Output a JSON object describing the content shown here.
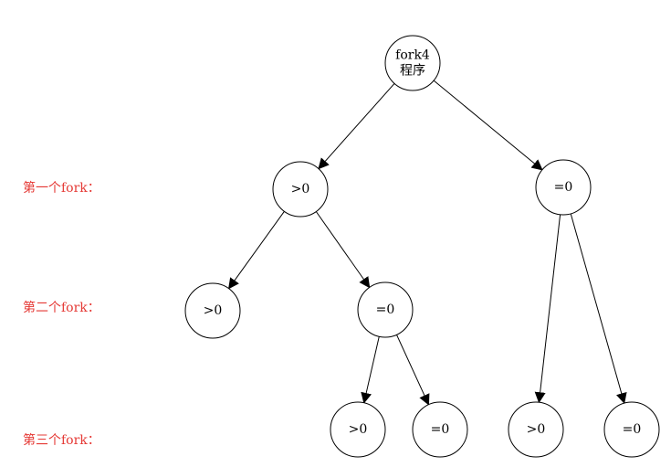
{
  "diagram": {
    "type": "process-tree",
    "colors": {
      "label": "#e53935",
      "stroke": "#000000"
    },
    "level_labels": [
      "第一个fork：",
      "第二个fork：",
      "第三个fork："
    ],
    "nodes": [
      {
        "id": "root",
        "lines": [
          "fork4",
          "程序"
        ]
      },
      {
        "id": "l1-parent",
        "lines": [
          ">0"
        ]
      },
      {
        "id": "l1-child",
        "lines": [
          "=0"
        ]
      },
      {
        "id": "l2-parent-a",
        "lines": [
          ">0"
        ]
      },
      {
        "id": "l2-child-a",
        "lines": [
          "=0"
        ]
      },
      {
        "id": "l3-parent-a",
        "lines": [
          ">0"
        ]
      },
      {
        "id": "l3-child-a",
        "lines": [
          "=0"
        ]
      },
      {
        "id": "l3-parent-b",
        "lines": [
          ">0"
        ]
      },
      {
        "id": "l3-child-b",
        "lines": [
          "=0"
        ]
      }
    ],
    "edges": [
      {
        "from": "root",
        "to": "l1-parent"
      },
      {
        "from": "root",
        "to": "l1-child"
      },
      {
        "from": "l1-parent",
        "to": "l2-parent-a"
      },
      {
        "from": "l1-parent",
        "to": "l2-child-a"
      },
      {
        "from": "l2-child-a",
        "to": "l3-parent-a"
      },
      {
        "from": "l2-child-a",
        "to": "l3-child-a"
      },
      {
        "from": "l1-child",
        "to": "l3-parent-b"
      },
      {
        "from": "l1-child",
        "to": "l3-child-b"
      }
    ]
  }
}
